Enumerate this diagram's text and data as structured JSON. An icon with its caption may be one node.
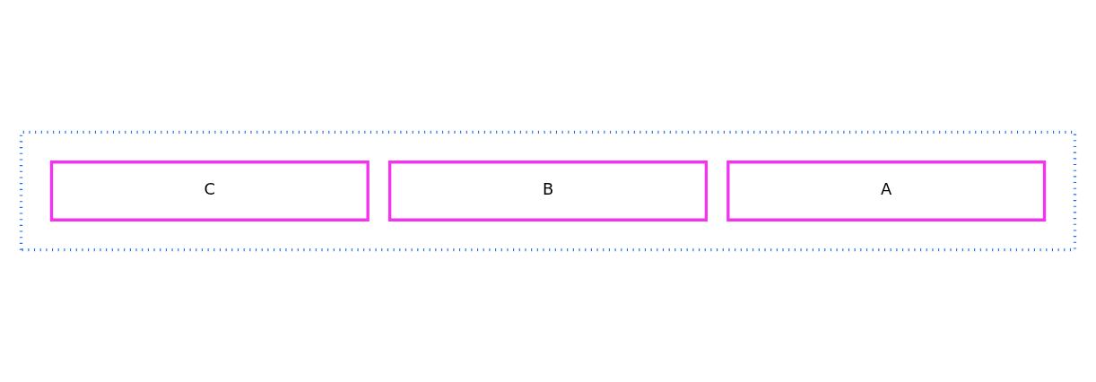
{
  "diagram": {
    "nodes": [
      {
        "text": [],
        "shape": "box"
      },
      {
        "text": [
          "A"
        ],
        "in": 0
      },
      {
        "text": [
          "B"
        ],
        "in": 0
      },
      {
        "text": [
          "C"
        ],
        "in": 0
      }
    ]
  }
}
